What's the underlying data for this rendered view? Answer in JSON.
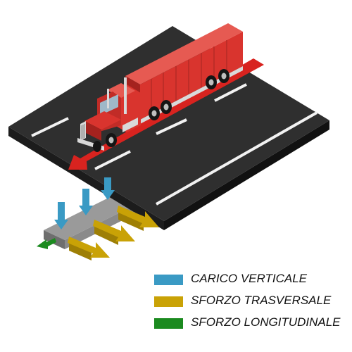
{
  "colors": {
    "vertical": "#3a9ac4",
    "transverse": "#c9a206",
    "longitudinal": "#1b8a1f",
    "road": "#2f2f2f",
    "road_side": "#1c1c1c",
    "lane_marking": "#f2f2f2",
    "direction_arrow": "#d8231f",
    "truck_red": "#d9342e",
    "truck_dark_red": "#a5221e",
    "chrome": "#d9d9d9",
    "beam": "#8a8a8a"
  },
  "icons": {
    "truck": "truck-icon",
    "direction": "direction-arrow-icon"
  },
  "legend": {
    "items": [
      {
        "key": "vertical",
        "label": "CARICO VERTICALE"
      },
      {
        "key": "transverse",
        "label": "SFORZO TRASVERSALE"
      },
      {
        "key": "longitudinal",
        "label": "SFORZO LONGITUDINALE"
      }
    ]
  }
}
